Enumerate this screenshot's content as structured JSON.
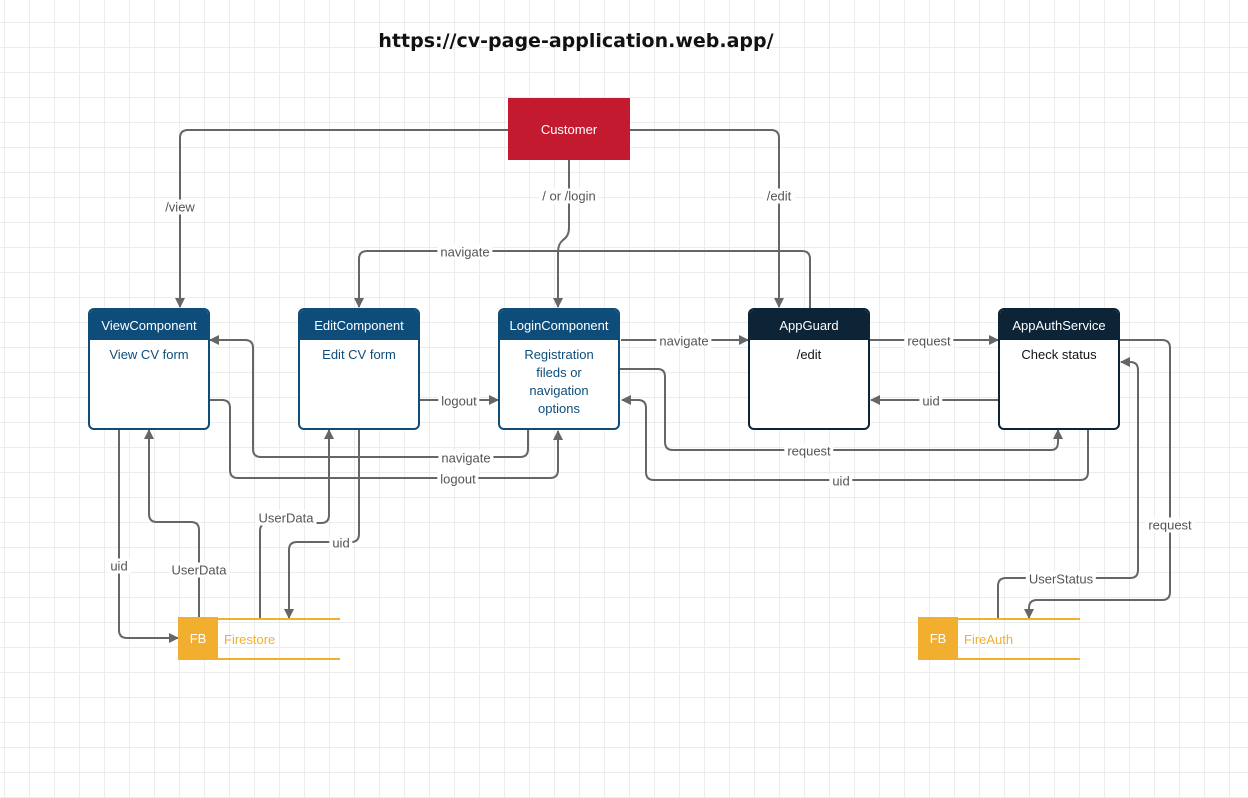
{
  "title": "https://cv-page-application.web.app/",
  "nodes": {
    "customer": {
      "label": "Customer"
    },
    "view": {
      "header": "ViewComponent",
      "body": "View CV form"
    },
    "edit": {
      "header": "EditComponent",
      "body": "Edit CV form"
    },
    "login": {
      "header": "LoginComponent",
      "body": "Registration fileds or navigation options"
    },
    "guard": {
      "header": "AppGuard",
      "body": "/edit"
    },
    "auth": {
      "header": "AppAuthService",
      "body": "Check status"
    },
    "firestore": {
      "badge": "FB",
      "label": "Firestore"
    },
    "fireauth": {
      "badge": "FB",
      "label": "FireAuth"
    }
  },
  "edges": {
    "view_route": "/view",
    "login_route": "/ or /login",
    "edit_route": "/edit",
    "navigate_top": "navigate",
    "navigate_login_guard": "navigate",
    "request_guard_auth": "request",
    "uid_auth_guard": "uid",
    "logout_edit_login": "logout",
    "request_login_auth": "request",
    "navigate_login_view": "navigate",
    "uid_auth_login": "uid",
    "logout_view_login": "logout",
    "userdata_store_edit": "UserData",
    "uid_edit_store": "uid",
    "uid_view_store": "uid",
    "userdata_store_view": "UserData",
    "request_auth_fireauth": "request",
    "userstatus_fireauth_auth": "UserStatus"
  },
  "colors": {
    "customer": "#c41a2f",
    "component": "#0e4d7a",
    "guard": "#0d2436",
    "firebase": "#f2ae2f",
    "connector": "#666666"
  }
}
